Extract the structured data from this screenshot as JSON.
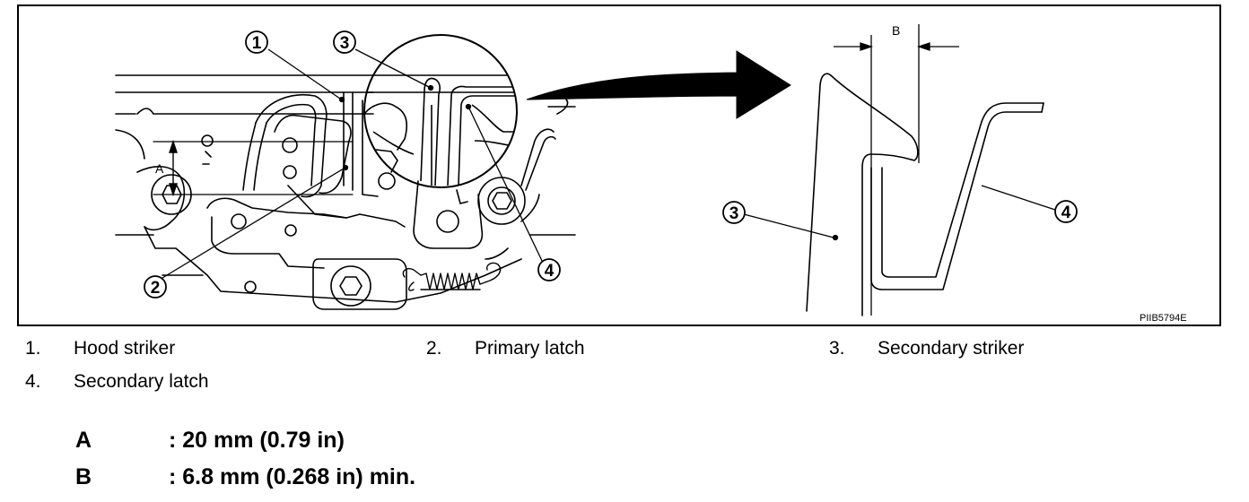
{
  "figure": {
    "id_code": "PIIB5794E",
    "callouts": {
      "hood_striker": "1",
      "primary_latch": "2",
      "secondary_striker": "3",
      "secondary_latch": "4"
    },
    "dimension_labels": {
      "a": "A",
      "b": "B"
    }
  },
  "legend": [
    {
      "num": "1.",
      "label": "Hood striker"
    },
    {
      "num": "2.",
      "label": "Primary latch"
    },
    {
      "num": "3.",
      "label": "Secondary striker"
    },
    {
      "num": "4.",
      "label": "Secondary latch"
    }
  ],
  "specs": [
    {
      "letter": "A",
      "value": ": 20 mm (0.79 in)"
    },
    {
      "letter": "B",
      "value": ": 6.8 mm (0.268 in) min."
    }
  ]
}
